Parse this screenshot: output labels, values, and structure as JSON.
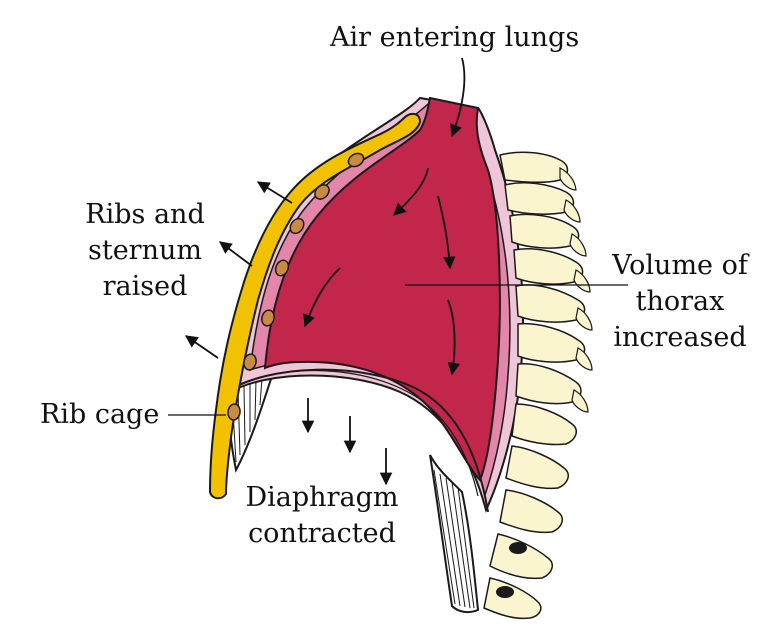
{
  "labels": {
    "air": "Air entering lungs",
    "ribs": [
      "Ribs and",
      "sternum",
      "raised"
    ],
    "cage": "Rib cage",
    "volume": [
      "Volume of",
      "thorax",
      "increased"
    ],
    "diaphragm": [
      "Diaphragm",
      "contracted"
    ]
  },
  "colors": {
    "lung": "#c2264b",
    "pleura": "#efc6d8",
    "membrane": "#e386aa",
    "bone": "#f2c200",
    "rib_section": "#c98a44",
    "vertebra": "#fbf5cf",
    "stroke": "#1a1a1a"
  }
}
